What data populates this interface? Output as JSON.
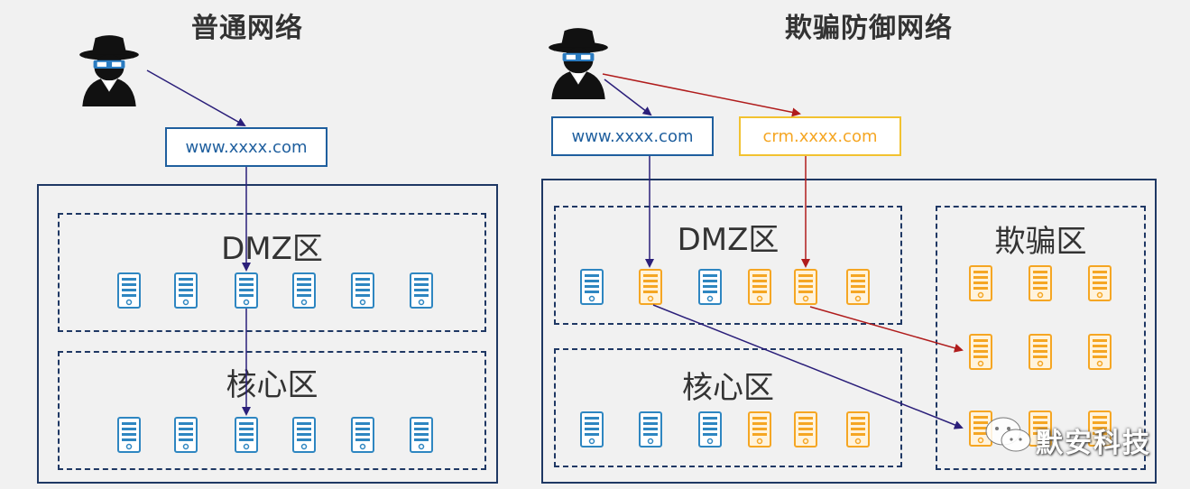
{
  "left": {
    "title": "普通网络",
    "url": "www.xxxx.com",
    "dmz_label": "DMZ区",
    "core_label": "核心区"
  },
  "right": {
    "title": "欺骗防御网络",
    "url_real": "www.xxxx.com",
    "url_decoy": "crm.xxxx.com",
    "dmz_label": "DMZ区",
    "core_label": "核心区",
    "deception_label": "欺骗区"
  },
  "watermark": "默安科技",
  "icons": {
    "attacker": "hacker-icon",
    "server": "server-icon",
    "wechat": "wechat-icon"
  },
  "colors": {
    "real_server": "#2e86c1",
    "decoy_server": "#f5a623",
    "real_arrow": "#2b1f7a",
    "decoy_arrow": "#b01c1c",
    "zone_border": "#1f3864",
    "real_url_border": "#1f5f9e",
    "decoy_url_border": "#f2c230",
    "decoy_url_text": "#f5a623",
    "real_url_text": "#1f5f9e"
  }
}
